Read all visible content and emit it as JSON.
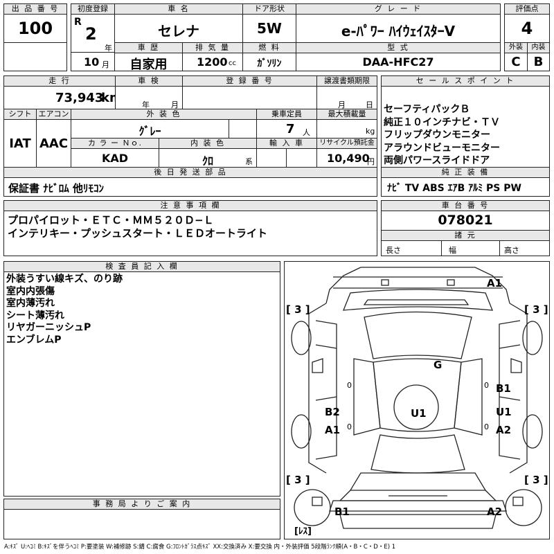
{
  "labels": {
    "lot_no": "出 品 番 号",
    "first_reg": "初度登録",
    "car_name": "車 名",
    "door": "ドア形状",
    "grade": "グ レ ー ド",
    "score": "評価点",
    "history": "車 歴",
    "displacement": "排 気 量",
    "fuel": "燃 料",
    "model": "型 式",
    "exterior": "外装",
    "interior": "内装",
    "mileage": "走 行",
    "inspection": "車 検",
    "reg_no": "登 録 番 号",
    "transfer_doc": "譲渡書類期限",
    "sales_point": "セ ー ル ス ポ イ ン ト",
    "shift": "シフト",
    "aircon": "エアコン",
    "ext_color": "外 装 色",
    "capacity": "乗車定員",
    "max_load": "最大積載量",
    "color_no": "カ ラ ー Ｎｏ.",
    "int_color": "内 装 色",
    "import": "輸 入 車",
    "recycle": "リサイクル預託金",
    "later_parts": "後 日 発 送 部 品",
    "equipment": "純 正 装 備",
    "notes": "注 意 事 項 欄",
    "chassis_no": "車 台 番 号",
    "specs": "諸 元",
    "inspector": "検 査 員 記 入 欄",
    "office": "事 務 局 よ り ご 案 内"
  },
  "vehicle": {
    "lot_no": "100",
    "era": "R",
    "year": "2",
    "year_unit": "年",
    "month": "10",
    "month_unit": "月",
    "name": "セレナ",
    "door": "5W",
    "grade": "e-ﾊﾟﾜｰ ﾊｲｳｪｲｽﾀｰV",
    "score": "4",
    "history": "自家用",
    "displacement": "1200",
    "displacement_unit": "cc",
    "fuel": "ｶﾞｿﾘﾝ",
    "model": "DAA-HFC27",
    "exterior_grade": "C",
    "interior_grade": "B",
    "mileage": "73,943",
    "mileage_unit": "km",
    "insp_year_unit": "年",
    "insp_month_unit": "月",
    "doc_month_unit": "月",
    "doc_day_unit": "日",
    "shift": "IAT",
    "aircon": "AAC",
    "ext_color": "ｸﾞﾚｰ",
    "capacity": "7",
    "capacity_unit": "人",
    "load_unit": "kg",
    "color_no": "KAD",
    "int_color": "ｸﾛ",
    "int_color_unit": "系",
    "recycle": "10,490",
    "recycle_unit": "円",
    "later_parts": "保証書 ﾅﾋﾞﾛﾑ 他ﾘﾓｺﾝ",
    "equipment": "ﾅﾋﾞ  TV  ABS  ｴｱB  ｱﾙﾐ  PS  PW",
    "chassis_no": "078021",
    "length_label": "長さ",
    "width_label": "幅",
    "height_label": "高さ"
  },
  "sales_points": [
    "セーフティパックＢ",
    "純正１０インチナビ・ＴＶ",
    "フリップダウンモニター",
    "アラウンドビューモニター",
    "両側パワースライドドア"
  ],
  "notes": [
    "プロパイロット・ＥＴＣ・ＭＭ５２０Ｄ−Ｌ",
    "インテリキー・プッシュスタート・ＬＥＤオートライト"
  ],
  "inspector_notes": [
    "外装うすい線キズ、のり跡",
    "室内内張傷",
    "室内薄汚れ",
    "シート薄汚れ",
    "リヤガーニッシュP",
    "エンブレムP"
  ],
  "diagram": {
    "tire_fl": "[ 3 ]",
    "tire_fr": "[ 3 ]",
    "tire_rl": "[ 3 ]",
    "tire_rr": "[ 3 ]",
    "spare": "[ﾚｽ]",
    "m_a1_top": "A1",
    "m_g": "G",
    "m_b1_right": "B1",
    "m_b2_left": "B2",
    "m_u1_center": "U1",
    "m_u1_right": "U1",
    "m_a1_left": "A1",
    "m_a2_right": "A2",
    "m_b1_bottom": "B1",
    "m_a2_bottom": "A2",
    "zero_left": "0",
    "zero_right": "0",
    "zero_left2": "0",
    "zero_right2": "0"
  },
  "legend": "A:ｷｽﾞ  U:ﾍｺﾐ  B:ｷｽﾞを伴うﾍｺﾐ  P:要塗装  W:補修跡  S:錆  C:腐食  G:ﾌﾛﾝﾄｶﾞﾗｽ点ｷｽﾞ  XX:交換済み  X:要交換   内・外装評価  5段階ﾗﾝｸ順(A・B・C・D・E) 1"
}
